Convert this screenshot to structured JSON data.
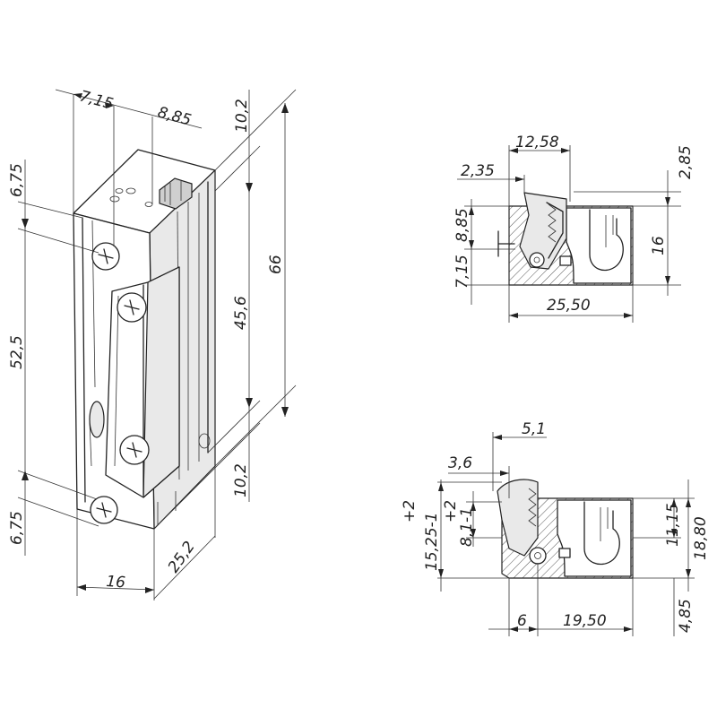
{
  "dimensions": {
    "main_view": {
      "top_left": "7,15",
      "top_right": "8,85",
      "height_top_section": "10,2",
      "height_total": "66",
      "height_middle": "45,6",
      "height_bottom_section": "10,2",
      "left_top": "6,75",
      "left_middle": "52,5",
      "left_bottom": "6,75",
      "width_front": "16",
      "depth": "25,2"
    },
    "section_top": {
      "width_top": "12,58",
      "offset": "2,35",
      "height_upper": "8,85",
      "height_lower": "7,15",
      "height_right": "2,85",
      "height_total": "16",
      "width_total": "25,50"
    },
    "section_bottom": {
      "width_small": "5,1",
      "width_medium": "3,6",
      "left_total": "15,25-1",
      "left_total_tol": "+2",
      "left_inner": "8,1-1",
      "left_inner_tol": "+2",
      "right_inner": "11,15",
      "right_total": "18,80",
      "bottom_left": "6",
      "bottom_right": "19,50",
      "bottom_height": "4,85"
    }
  }
}
